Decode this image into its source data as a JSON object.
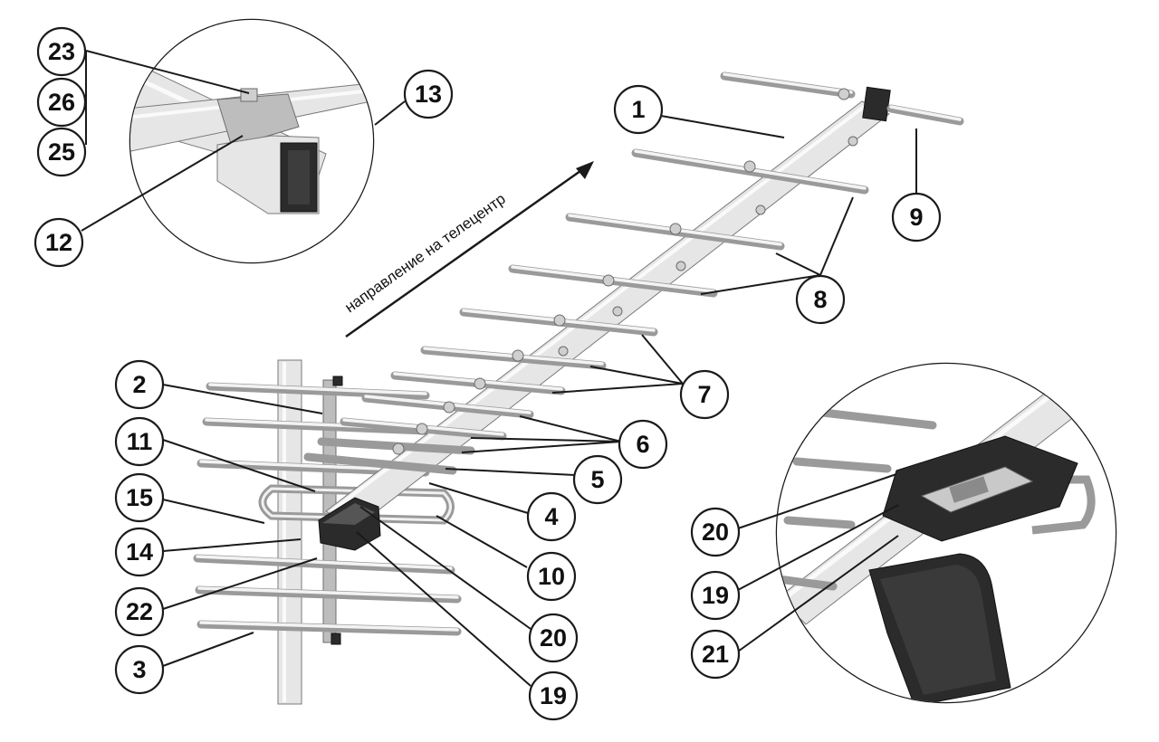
{
  "direction_label": "направление на телецентр",
  "callouts": {
    "c1": "1",
    "c2": "2",
    "c3": "3",
    "c4": "4",
    "c5": "5",
    "c6": "6",
    "c7": "7",
    "c8": "8",
    "c9": "9",
    "c10": "10",
    "c11": "11",
    "c12": "12",
    "c13": "13",
    "c14": "14",
    "c15": "15",
    "c19": "19",
    "c19b": "19",
    "c20": "20",
    "c20b": "20",
    "c21": "21",
    "c22": "22",
    "c23": "23",
    "c25": "25",
    "c26": "26"
  }
}
